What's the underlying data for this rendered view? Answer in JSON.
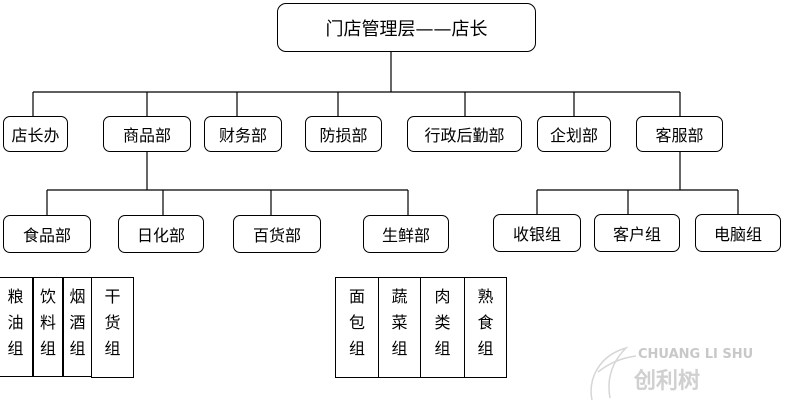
{
  "chart_data": {
    "type": "org-chart",
    "root": "门店管理层——店长",
    "departments": [
      "店长办",
      "商品部",
      "财务部",
      "防损部",
      "行政后勤部",
      "企划部",
      "客服部"
    ],
    "merchandise_divisions": [
      "食品部",
      "日化部",
      "百货部",
      "生鲜部"
    ],
    "food_groups": [
      "粮油组",
      "饮料组",
      "烟酒组",
      "干货组"
    ],
    "fresh_groups": [
      "面包组",
      "蔬菜组",
      "肉类组",
      "熟食组"
    ],
    "service_groups": [
      "收银组",
      "客户组",
      "电脑组"
    ]
  },
  "watermark": {
    "latin": "CHUANG LI SHU",
    "cjk": "创利树"
  },
  "colors": {
    "line": "#000000",
    "watermark": "#c8c8c8"
  }
}
